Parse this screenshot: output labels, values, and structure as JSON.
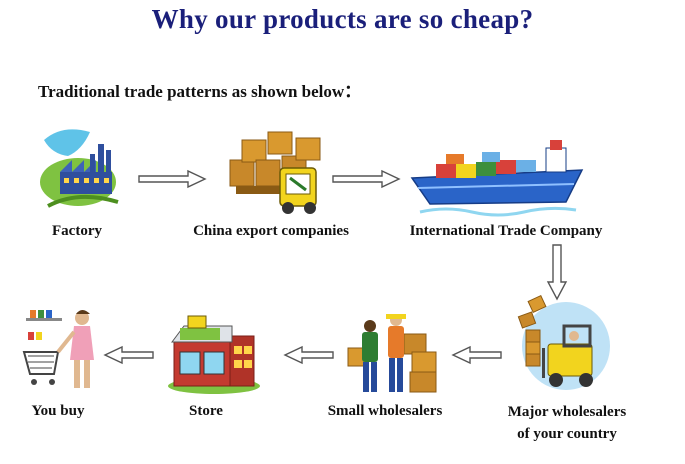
{
  "title": "Why our products are so cheap?",
  "subtitle": "Traditional trade patterns as shown below：",
  "nodes": {
    "factory": "Factory",
    "export": "China export companies",
    "international": "International Trade Company",
    "major_line1": "Major wholesalers",
    "major_line2": "of your country",
    "small": "Small wholesalers",
    "store": "Store",
    "you": "You buy"
  },
  "colors": {
    "title": "#1a1f7a",
    "arrow_stroke": "#555555",
    "factory": "#2f4f9e",
    "ship_hull": "#2a64c8",
    "boxes": "#c8882a"
  }
}
